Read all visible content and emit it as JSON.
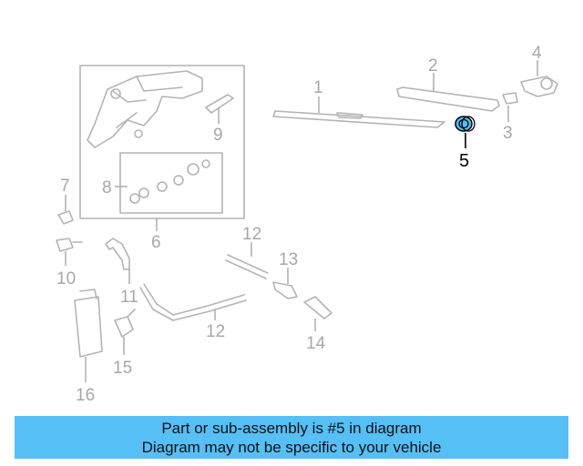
{
  "diagram": {
    "callouts": [
      "1",
      "2",
      "3",
      "4",
      "5",
      "6",
      "7",
      "8",
      "9",
      "10",
      "11",
      "12",
      "12",
      "13",
      "14",
      "15",
      "16"
    ],
    "highlight_color": "#56bff5"
  },
  "banner": {
    "line1": "Part or sub-assembly is #5 in diagram",
    "line2": "Diagram may not be specific to your vehicle",
    "background": "#56bff5"
  }
}
